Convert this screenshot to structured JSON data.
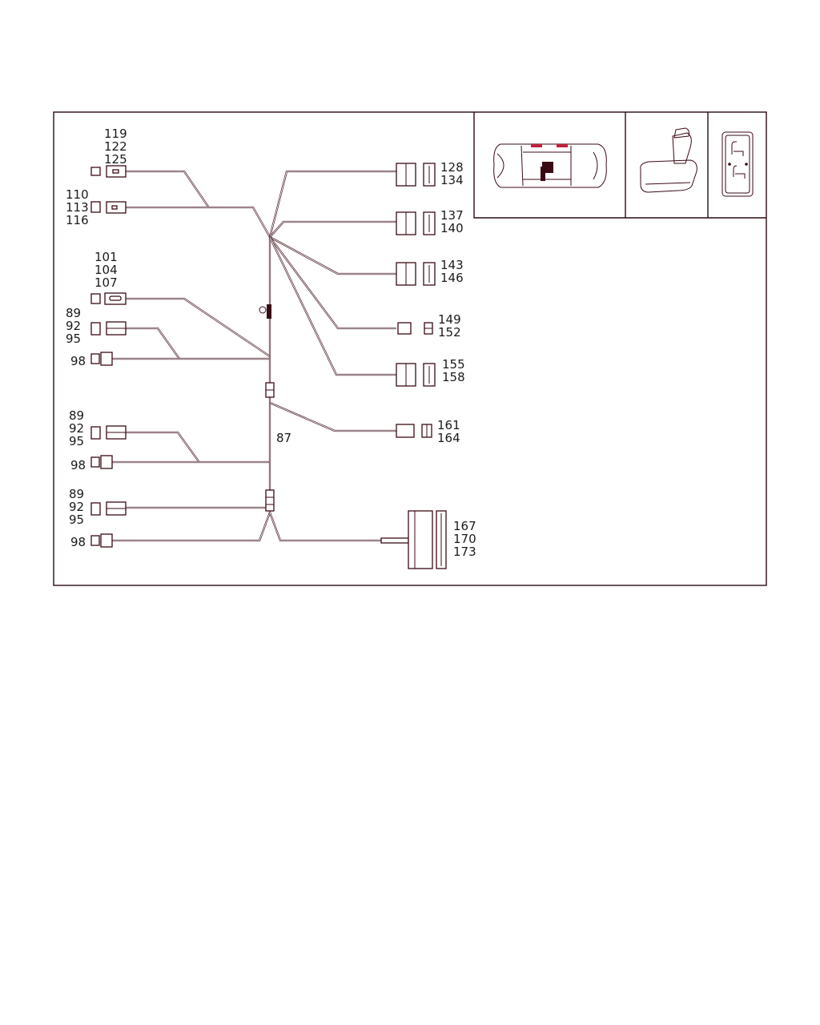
{
  "diagram": {
    "left_labels": {
      "g1": [
        "119",
        "122",
        "125"
      ],
      "g2": [
        "110",
        "113",
        "116"
      ],
      "g3": [
        "101",
        "104",
        "107"
      ],
      "g4": [
        "89",
        "92",
        "95"
      ],
      "g5": "98",
      "g6": [
        "89",
        "92",
        "95"
      ],
      "g7": "98",
      "g8": [
        "89",
        "92",
        "95"
      ],
      "g9": "98"
    },
    "right_labels": {
      "r1": [
        "128",
        "134"
      ],
      "r2": [
        "137",
        "140"
      ],
      "r3": [
        "143",
        "146"
      ],
      "r4": [
        "149",
        "152"
      ],
      "r5": [
        "155",
        "158"
      ],
      "r6": [
        "161",
        "164"
      ],
      "r7": [
        "167",
        "170",
        "173"
      ]
    },
    "trunk_label": "87"
  },
  "colors": {
    "line": "#3a0a14",
    "accent": "#c0203a"
  },
  "icons": [
    "car-top-view-icon",
    "seat-icon",
    "seat-switch-icon"
  ]
}
